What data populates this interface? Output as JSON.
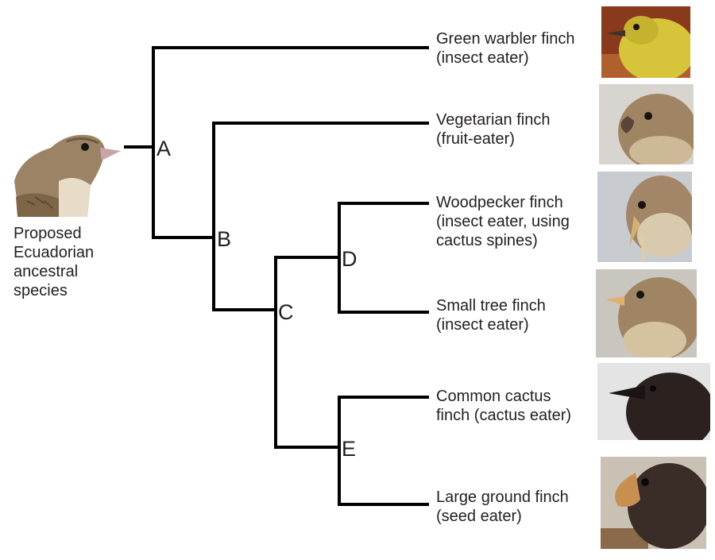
{
  "ancestor": {
    "label_lines": [
      "Proposed",
      "Ecuadorian",
      "ancestral",
      "species"
    ]
  },
  "nodes": {
    "a": "A",
    "b": "B",
    "c": "C",
    "d": "D",
    "e": "E"
  },
  "species": [
    {
      "id": "green-warbler",
      "lines": [
        "Green warbler finch",
        "(insect eater)"
      ]
    },
    {
      "id": "vegetarian",
      "lines": [
        "Vegetarian finch",
        "(fruit-eater)"
      ]
    },
    {
      "id": "woodpecker",
      "lines": [
        "Woodpecker finch",
        "(insect eater, using",
        "cactus spines)"
      ]
    },
    {
      "id": "small-tree",
      "lines": [
        "Small tree finch",
        "(insect eater)"
      ]
    },
    {
      "id": "common-cactus",
      "lines": [
        "Common cactus",
        "finch (cactus eater)"
      ]
    },
    {
      "id": "large-ground",
      "lines": [
        "Large ground finch",
        "(seed eater)"
      ]
    }
  ],
  "colors": {
    "line": "#000000",
    "green_warbler_bird": "#d6c43a",
    "tan_bird": "#a08565",
    "dark_bird": "#2b2220"
  }
}
